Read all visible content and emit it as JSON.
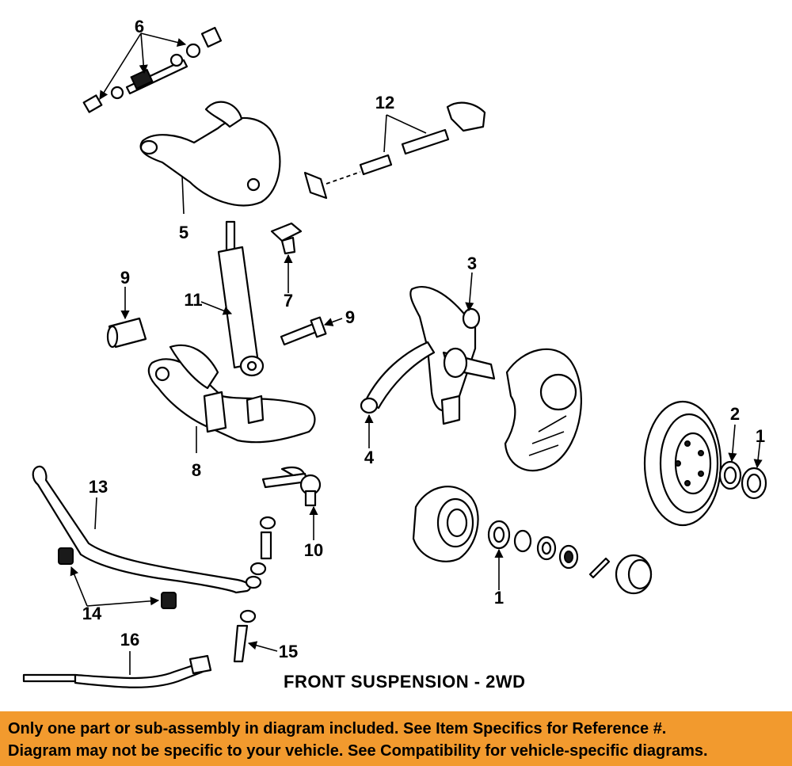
{
  "diagram": {
    "title": "FRONT SUSPENSION - 2WD",
    "callouts": [
      {
        "id": "c6",
        "label": "6"
      },
      {
        "id": "c12",
        "label": "12"
      },
      {
        "id": "c5",
        "label": "5"
      },
      {
        "id": "c3",
        "label": "3"
      },
      {
        "id": "c9a",
        "label": "9"
      },
      {
        "id": "c11",
        "label": "11"
      },
      {
        "id": "c7",
        "label": "7"
      },
      {
        "id": "c9b",
        "label": "9"
      },
      {
        "id": "c2",
        "label": "2"
      },
      {
        "id": "c1a",
        "label": "1"
      },
      {
        "id": "c4",
        "label": "4"
      },
      {
        "id": "c8",
        "label": "8"
      },
      {
        "id": "c13",
        "label": "13"
      },
      {
        "id": "c10",
        "label": "10"
      },
      {
        "id": "c1b",
        "label": "1"
      },
      {
        "id": "c14",
        "label": "14"
      },
      {
        "id": "c16",
        "label": "16"
      },
      {
        "id": "c15",
        "label": "15"
      }
    ]
  },
  "footer": {
    "line1": "Only one part or sub-assembly in diagram included. See Item Specifics for Reference #.",
    "line2": "Diagram may not be specific to your vehicle. See Compatibility for vehicle-specific diagrams."
  },
  "colors": {
    "footer_background": "#f29a2e",
    "ink": "#000000",
    "background": "#ffffff"
  }
}
